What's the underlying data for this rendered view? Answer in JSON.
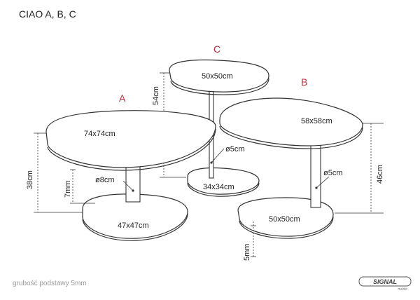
{
  "title": "CIAO A, B, C",
  "footer_note": "grubość podstawy 5mm",
  "brand": {
    "name": "SIGNAL",
    "sub": "meble"
  },
  "tables": {
    "A": {
      "letter": "A",
      "top": "74x74cm",
      "base": "47x47cm",
      "leg": "ø8cm",
      "height": "38cm",
      "base_rise": "7mm"
    },
    "B": {
      "letter": "B",
      "top": "58x58cm",
      "base": "50x50cm",
      "leg": "ø5cm",
      "height": "46cm"
    },
    "C": {
      "letter": "C",
      "top": "50x50cm",
      "base": "34x34cm",
      "leg": "ø5cm",
      "height": "54cm"
    }
  },
  "base_thickness_label": "5mm",
  "colors": {
    "letters": "#b0303a",
    "stroke": "#333333",
    "text": "#222222",
    "footer": "#9a9a9a"
  }
}
